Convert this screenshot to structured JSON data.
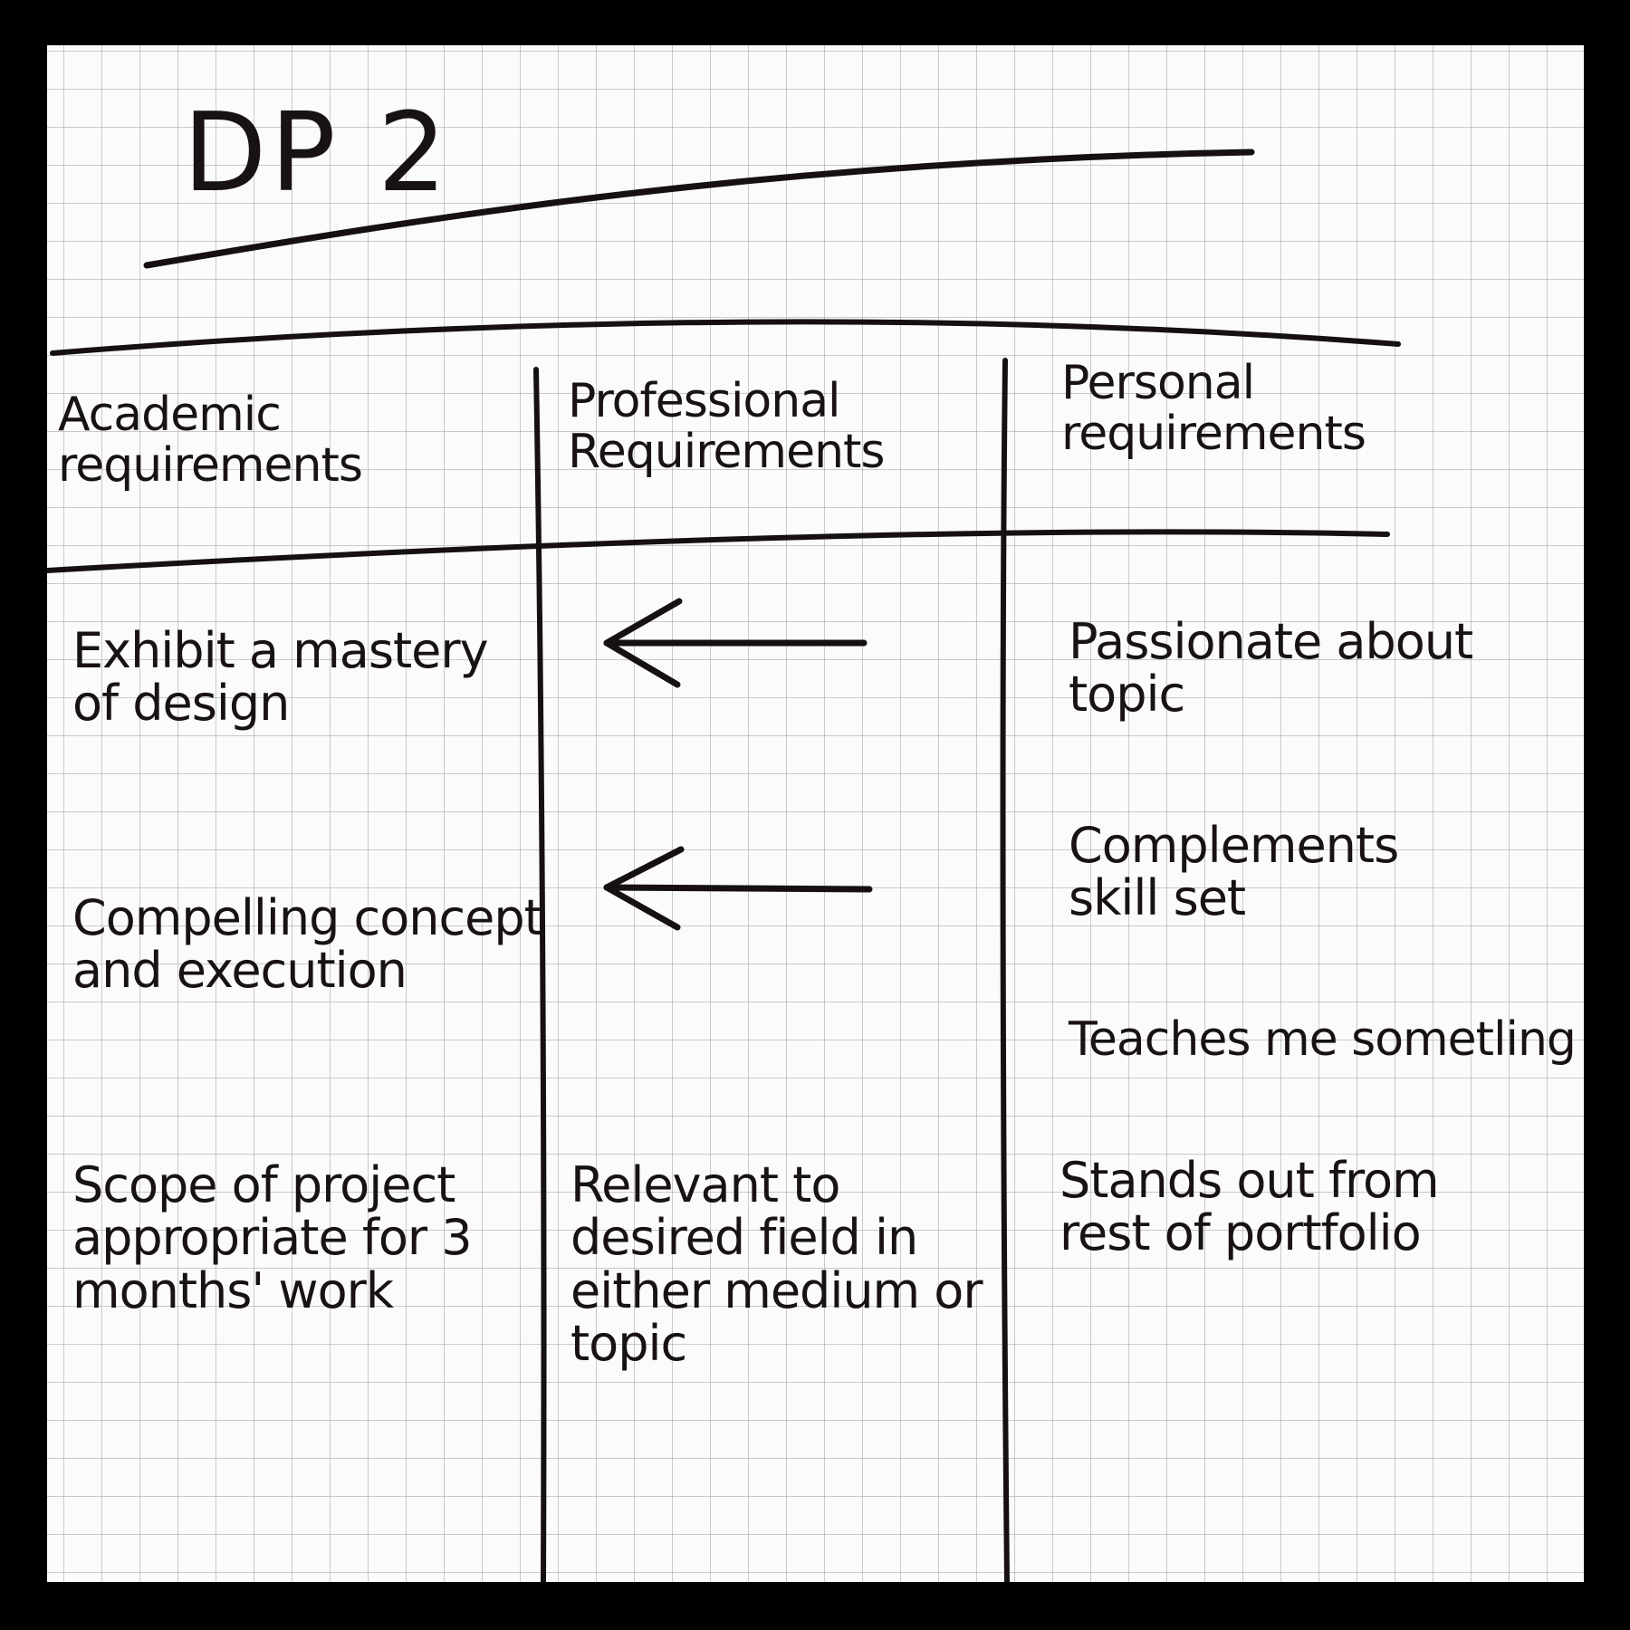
{
  "page": {
    "title": "DP 2"
  },
  "table": {
    "columns": [
      {
        "header": "Academic\nrequirements"
      },
      {
        "header": "Professional\nRequirements"
      },
      {
        "header": "Personal\nrequirements"
      }
    ],
    "academic": [
      "Exhibit a mastery\nof design",
      "Compelling concept\nand execution",
      "Scope of project\nappropriate for 3\nmonths' work"
    ],
    "professional": [
      "Relevant to\ndesired field in\neither medium or\ntopic"
    ],
    "personal": [
      "Passionate about\ntopic",
      "Complements\nskill set",
      "Teaches me sometling",
      "Stands out from\nrest of portfolio"
    ],
    "arrows": [
      {
        "direction": "left",
        "icon": "left-arrow-icon"
      },
      {
        "direction": "left",
        "icon": "left-arrow-icon"
      }
    ]
  },
  "colors": {
    "ink": "#161010",
    "paper": "#fbfbfa",
    "grid": "#787878",
    "frame": "#000000"
  }
}
